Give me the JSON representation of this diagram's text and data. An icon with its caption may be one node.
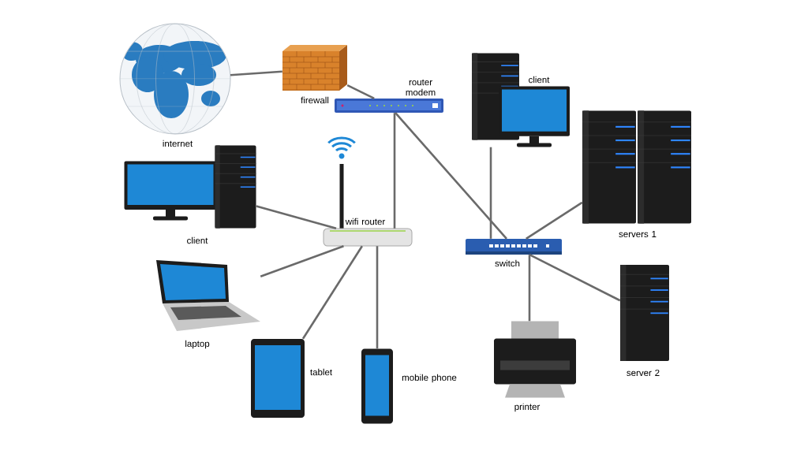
{
  "diagram": {
    "nodes": [
      {
        "text": [
          "internet"
        ]
      },
      {
        "text": [
          "firewall"
        ]
      },
      {
        "text": [
          "router modem"
        ]
      },
      {
        "text": [
          "client"
        ]
      },
      {
        "text": [
          "wifi router"
        ]
      },
      {
        "text": [
          "laptop"
        ]
      },
      {
        "text": [
          "tablet"
        ]
      },
      {
        "text": [
          "mobile phone"
        ]
      },
      {
        "text": [
          "client"
        ]
      },
      {
        "text": [
          "switch"
        ]
      },
      {
        "text": [
          "servers 1"
        ]
      },
      {
        "text": [
          "server 2"
        ]
      },
      {
        "text": [
          "printer"
        ]
      }
    ],
    "edges": [
      {
        "from": 0,
        "to": 1,
        "arrow": "none"
      },
      {
        "from": 1,
        "to": 2,
        "arrow": "none"
      },
      {
        "from": 2,
        "to": 4,
        "arrow": "none"
      },
      {
        "from": 2,
        "to": 9,
        "arrow": "none"
      },
      {
        "from": 3,
        "to": 4,
        "arrow": "none"
      },
      {
        "from": 4,
        "to": 5,
        "arrow": "none"
      },
      {
        "from": 4,
        "to": 6,
        "arrow": "none"
      },
      {
        "from": 4,
        "to": 7,
        "arrow": "none"
      },
      {
        "from": 8,
        "to": 9,
        "arrow": "none"
      },
      {
        "from": 9,
        "to": 10,
        "arrow": "none"
      },
      {
        "from": 9,
        "to": 11,
        "arrow": "none"
      },
      {
        "from": 9,
        "to": 12,
        "arrow": "none"
      }
    ]
  }
}
